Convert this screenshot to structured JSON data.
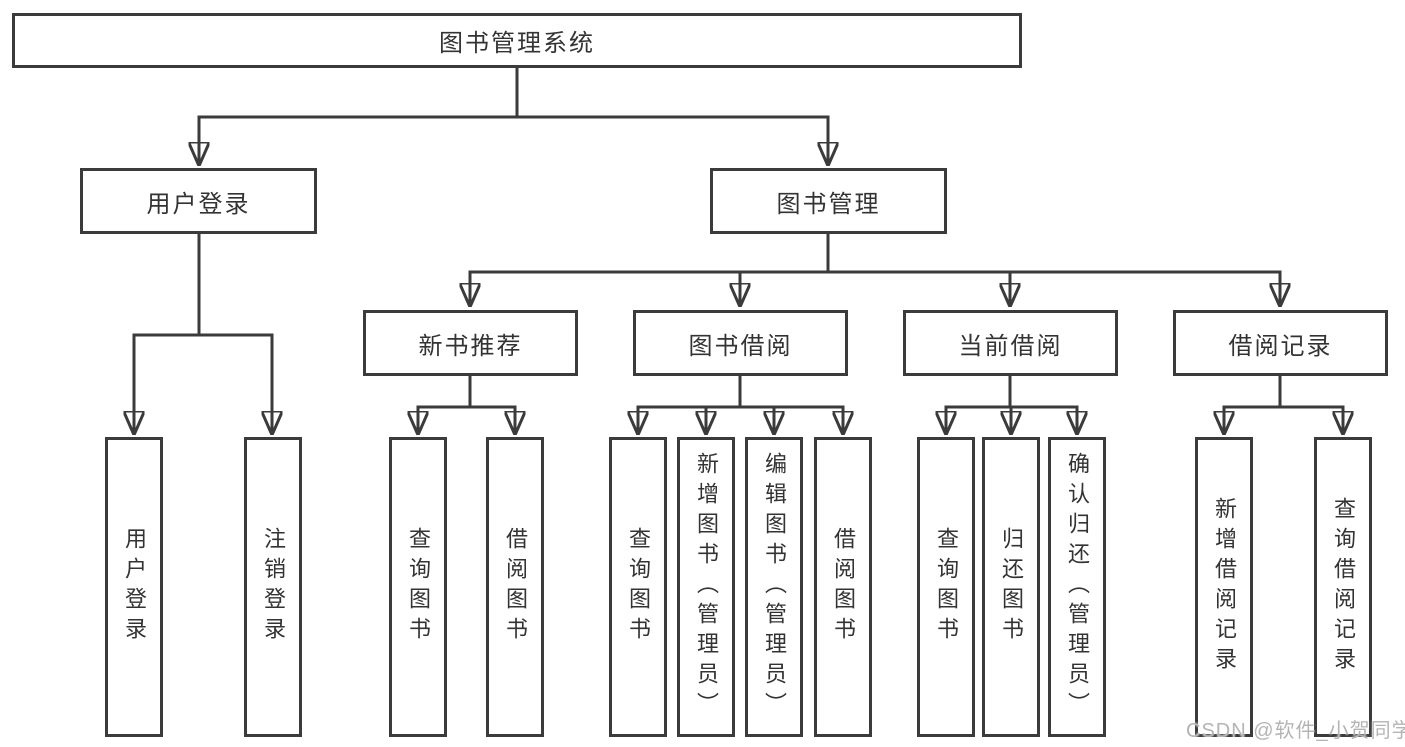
{
  "diagram": {
    "root": {
      "label": "图书管理系统"
    },
    "branches": [
      {
        "label": "用户登录",
        "children": [
          {
            "label": "用户登录"
          },
          {
            "label": "注销登录"
          }
        ]
      },
      {
        "label": "图书管理",
        "children": [
          {
            "label": "新书推荐",
            "children": [
              {
                "label": "查询图书"
              },
              {
                "label": "借阅图书"
              }
            ]
          },
          {
            "label": "图书借阅",
            "children": [
              {
                "label": "查询图书"
              },
              {
                "label": "新增图书（管理员）"
              },
              {
                "label": "编辑图书（管理员）"
              },
              {
                "label": "借阅图书"
              }
            ]
          },
          {
            "label": "当前借阅",
            "children": [
              {
                "label": "查询图书"
              },
              {
                "label": "归还图书"
              },
              {
                "label": "确认归还（管理员）"
              }
            ]
          },
          {
            "label": "借阅记录",
            "children": [
              {
                "label": "新增借阅记录"
              },
              {
                "label": "查询借阅记录"
              }
            ]
          }
        ]
      }
    ]
  },
  "watermark": {
    "text": "CSDN @软件_小贺同学"
  },
  "colors": {
    "line": "#3b3b3b",
    "text": "#333333",
    "watermark": "#b4b4b4",
    "background": "#ffffff"
  }
}
